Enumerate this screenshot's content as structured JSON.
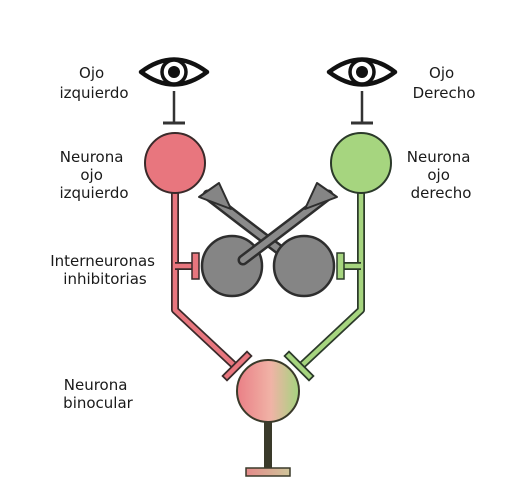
{
  "labels": {
    "left_eye": [
      "Ojo",
      "izquierdo"
    ],
    "right_eye": [
      "Ojo",
      "Derecho"
    ],
    "left_neuron": [
      "Neurona",
      "ojo",
      "izquierdo"
    ],
    "right_neuron": [
      "Neurona",
      "ojo",
      "derecho"
    ],
    "interneurons": [
      "Interneuronas",
      "inhibitorias"
    ],
    "binocular": [
      "Neurona",
      "binocular"
    ]
  },
  "colors": {
    "left_eye_neuron": "#e8767e",
    "right_eye_neuron": "#a6d57f",
    "interneuron": "#858585",
    "stroke": "#2a2a2a"
  }
}
